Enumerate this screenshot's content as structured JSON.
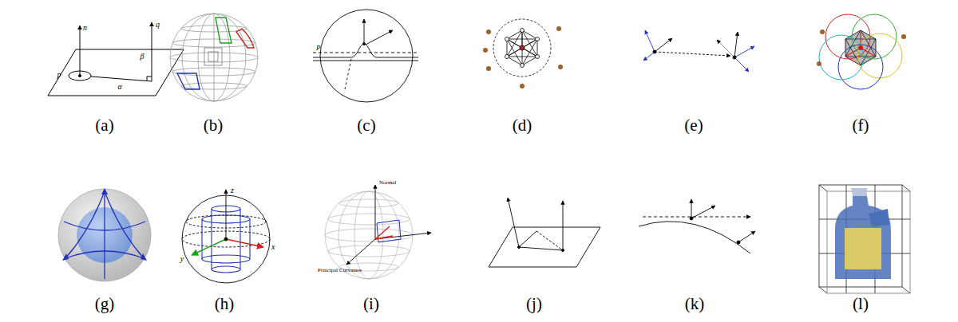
{
  "diagram": {
    "labels": [
      "(a)",
      "(b)",
      "(c)",
      "(d)",
      "(e)",
      "(f)",
      "(g)",
      "(h)",
      "(i)",
      "(j)",
      "(k)",
      "(l)",
      "n",
      "q",
      "p",
      "α",
      "β",
      "P",
      "z",
      "y",
      "x",
      "Normal",
      "Principal Curvature"
    ]
  }
}
